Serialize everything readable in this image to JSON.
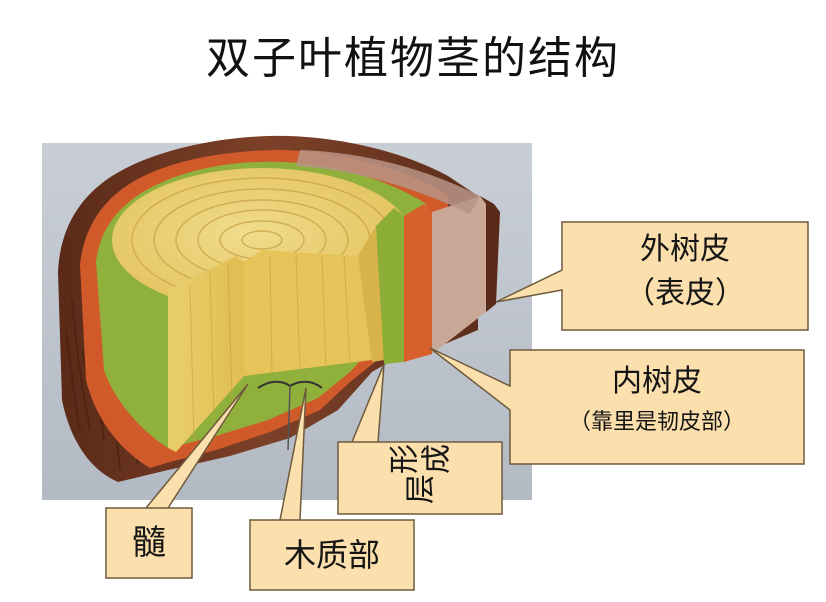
{
  "title": "双子叶植物茎的结构",
  "labels": {
    "outer_bark_line1": "外树皮",
    "outer_bark_line2": "（表皮）",
    "inner_bark_line1": "内树皮",
    "inner_bark_line2": "（靠里是韧皮部）",
    "cambium": "形成层",
    "pith": "髓",
    "xylem": "木质部"
  },
  "colors": {
    "callout_fill": "#fbdfac",
    "callout_stroke": "#6e5a3c",
    "outer_bark": "#7a3f26",
    "inner_bark": "#d8622e",
    "cambium": "#9ab83a",
    "xylem": "#e8c860",
    "background_photo": "#c3c8d0"
  }
}
